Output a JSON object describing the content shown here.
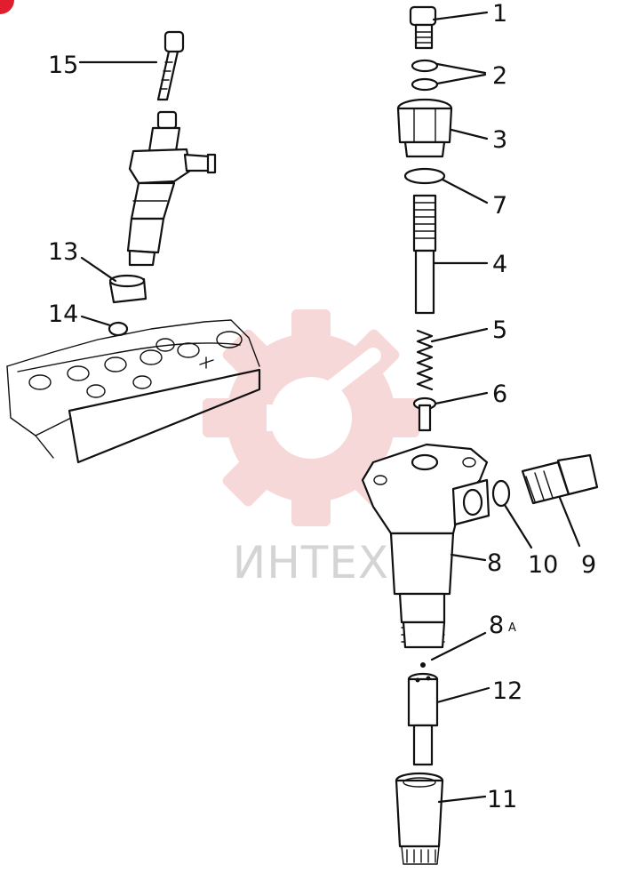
{
  "colors": {
    "line": "#111111",
    "watermark": "#f2b9b9",
    "watermark_text": "#d4d4d4",
    "corner_badge": "#e11d2e"
  },
  "watermark": {
    "text": "ИНТЕХ"
  },
  "parts": [
    {
      "id": "p1",
      "label": "1"
    },
    {
      "id": "p2",
      "label": "2"
    },
    {
      "id": "p3",
      "label": "3"
    },
    {
      "id": "p7",
      "label": "7"
    },
    {
      "id": "p4",
      "label": "4"
    },
    {
      "id": "p5",
      "label": "5"
    },
    {
      "id": "p6",
      "label": "6"
    },
    {
      "id": "p8",
      "label": "8"
    },
    {
      "id": "p10",
      "label": "10"
    },
    {
      "id": "p9",
      "label": "9"
    },
    {
      "id": "p8a",
      "label": "8",
      "suffix": "A"
    },
    {
      "id": "p12",
      "label": "12"
    },
    {
      "id": "p11",
      "label": "11"
    },
    {
      "id": "p15",
      "label": "15"
    },
    {
      "id": "p13",
      "label": "13"
    },
    {
      "id": "p14",
      "label": "14"
    }
  ]
}
